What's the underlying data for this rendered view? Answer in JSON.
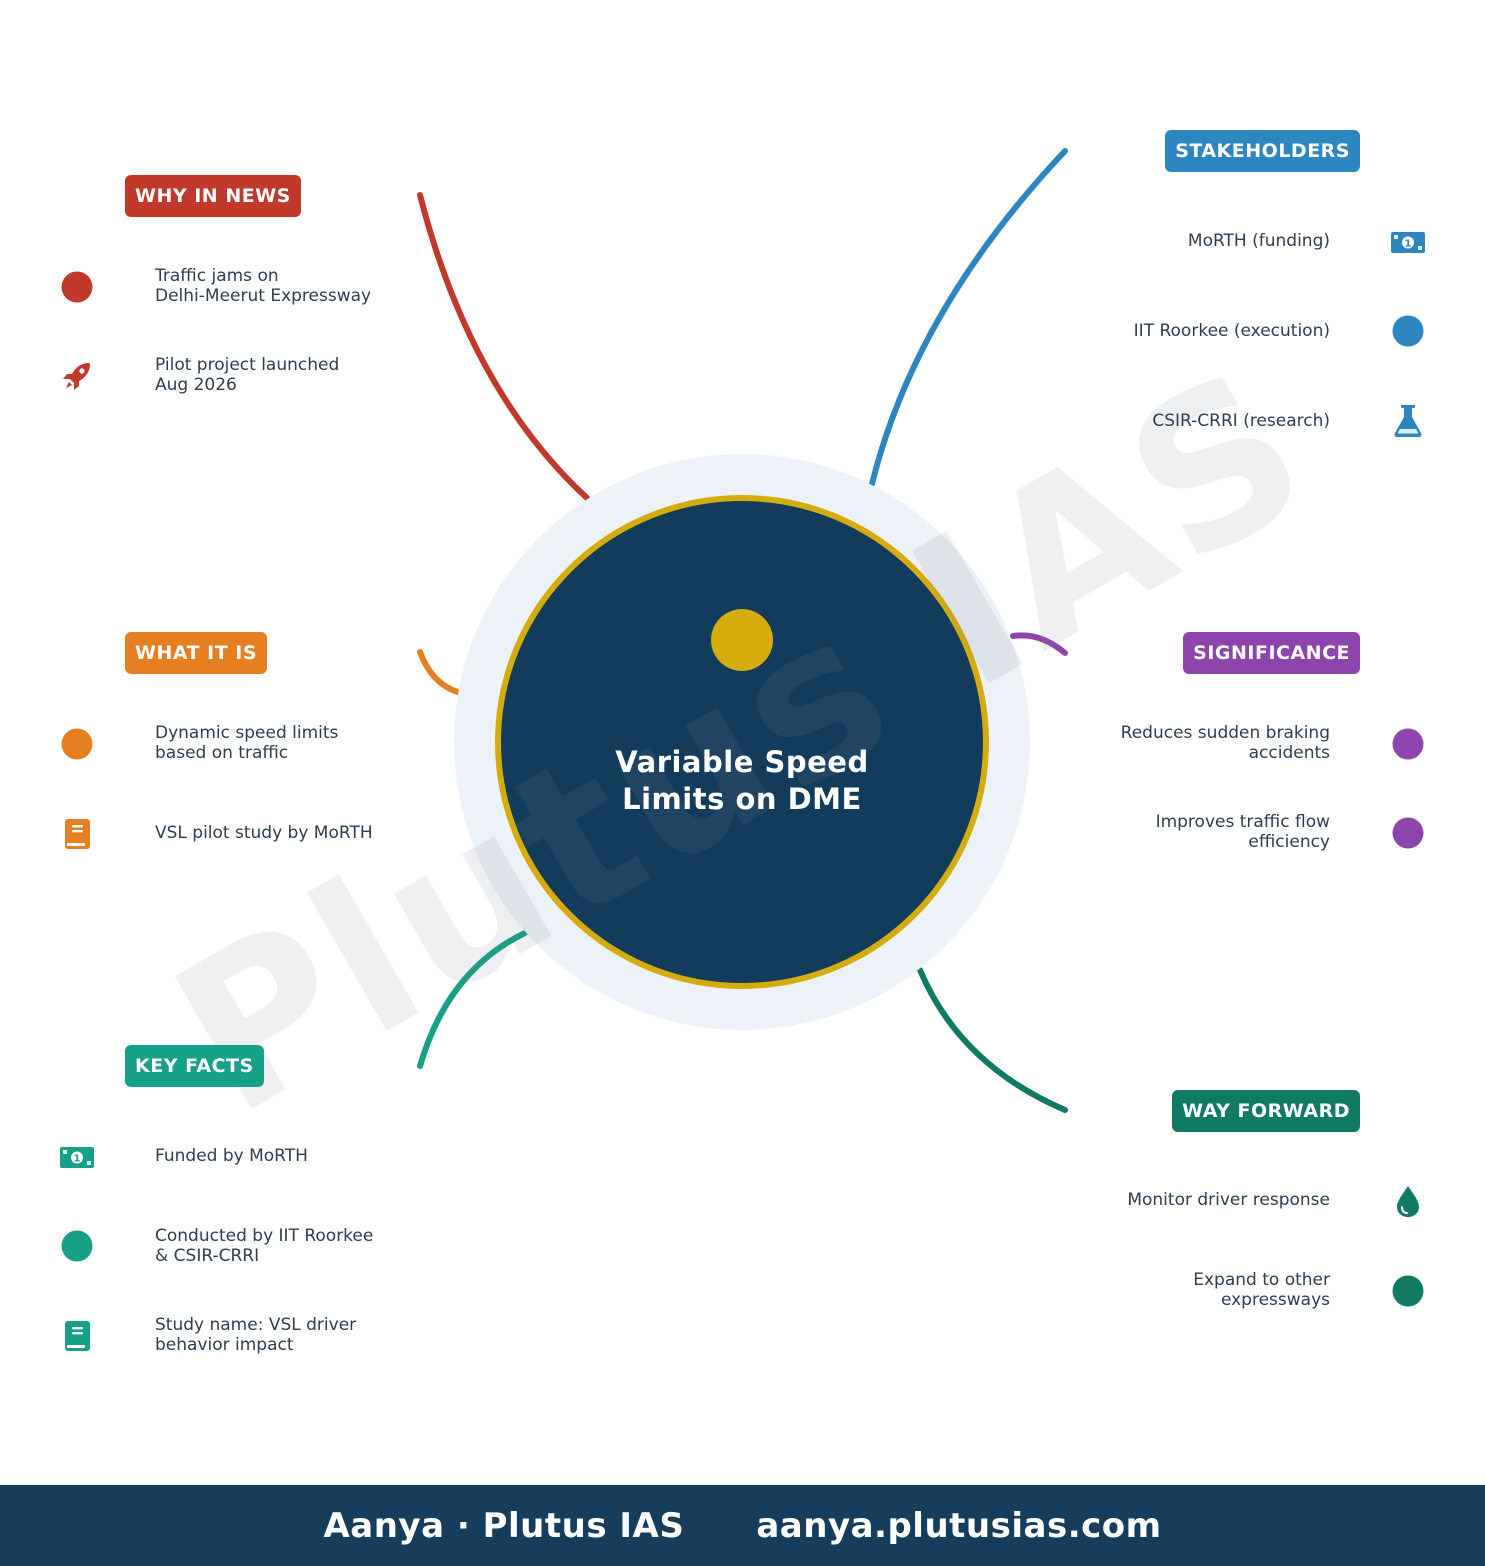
{
  "center": {
    "title": "Variable Speed\nLimits on DME",
    "fill": "#133b5c",
    "ring": "#d4ac0d",
    "halo": "#edf2f8",
    "dot": "#d4ac0d"
  },
  "watermark": "Plutus IAS",
  "branches": {
    "why_in_news": {
      "label": "WHY IN NEWS",
      "color": "#c0392b",
      "items": [
        {
          "text": "Traffic jams on\nDelhi-Meerut Expressway",
          "icon": "circle-icon"
        },
        {
          "text": "Pilot project launched\nAug 2026",
          "icon": "rocket-icon"
        }
      ]
    },
    "what_it_is": {
      "label": "WHAT IT IS",
      "color": "#e67e22",
      "items": [
        {
          "text": "Dynamic speed limits\nbased on traffic",
          "icon": "circle-icon"
        },
        {
          "text": "VSL pilot study by MoRTH",
          "icon": "book-icon"
        }
      ]
    },
    "key_facts": {
      "label": "KEY FACTS",
      "color": "#16a085",
      "items": [
        {
          "text": "Funded by MoRTH",
          "icon": "money-icon"
        },
        {
          "text": "Conducted by IIT Roorkee\n& CSIR-CRRI",
          "icon": "circle-icon"
        },
        {
          "text": "Study name: VSL driver\nbehavior impact",
          "icon": "book-icon"
        }
      ]
    },
    "stakeholders": {
      "label": "STAKEHOLDERS",
      "color": "#2e86c1",
      "items": [
        {
          "text": "MoRTH (funding)",
          "icon": "money-icon"
        },
        {
          "text": "IIT Roorkee (execution)",
          "icon": "circle-icon"
        },
        {
          "text": "CSIR-CRRI (research)",
          "icon": "flask-icon"
        }
      ]
    },
    "significance": {
      "label": "SIGNIFICANCE",
      "color": "#8e44ad",
      "items": [
        {
          "text": "Reduces sudden braking\naccidents",
          "icon": "circle-icon"
        },
        {
          "text": "Improves traffic flow\nefficiency",
          "icon": "circle-icon"
        }
      ]
    },
    "way_forward": {
      "label": "WAY FORWARD",
      "color": "#117a65",
      "items": [
        {
          "text": "Monitor driver response",
          "icon": "drop-icon"
        },
        {
          "text": "Expand to other\nexpressways",
          "icon": "circle-icon"
        }
      ]
    }
  },
  "footer": {
    "name": "Aanya · Plutus IAS",
    "url": "aanya.plutusias.com",
    "bg": "#163e5c"
  }
}
